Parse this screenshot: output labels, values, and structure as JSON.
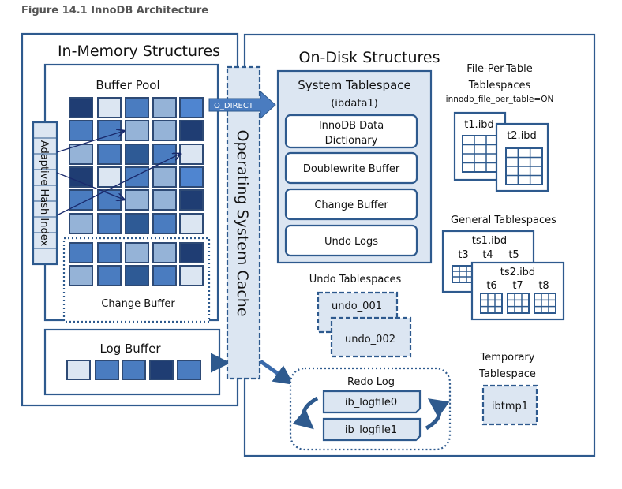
{
  "title": "Figure 14.1 InnoDB Architecture",
  "colors": {
    "border": "#2e5a8e",
    "fill_light": "#dce6f2",
    "shades": {
      "vl": "#dce6f2",
      "l": "#95b3d7",
      "m": "#4a7cc0",
      "d": "#2e5a95",
      "dk": "#1f3d73",
      "br": "#4f85d0"
    }
  },
  "in_memory": {
    "title": "In-Memory Structures",
    "buffer_pool": {
      "title": "Buffer Pool",
      "grid": [
        [
          "dk",
          "vl",
          "m",
          "l",
          "br"
        ],
        [
          "m",
          "m",
          "l",
          "l",
          "dk"
        ],
        [
          "l",
          "m",
          "d",
          "m",
          "vl"
        ],
        [
          "dk",
          "vl",
          "m",
          "l",
          "br"
        ],
        [
          "m",
          "m",
          "l",
          "l",
          "dk"
        ],
        [
          "l",
          "m",
          "d",
          "m",
          "vl"
        ]
      ],
      "change_buffer": {
        "title": "Change Buffer",
        "grid": [
          [
            "m",
            "m",
            "l",
            "l",
            "dk"
          ],
          [
            "l",
            "m",
            "d",
            "m",
            "vl"
          ]
        ]
      }
    },
    "adaptive_hash_index": "Adaptive Hash Index",
    "log_buffer": {
      "title": "Log Buffer",
      "cells": [
        "vl",
        "m",
        "m",
        "dk",
        "m"
      ]
    }
  },
  "os_cache": "Operating System Cache",
  "o_direct": "O_DIRECT",
  "on_disk": {
    "title": "On-Disk Structures",
    "system_tablespace": {
      "title": "System Tablespace",
      "file": "(ibdata1)",
      "items": [
        [
          "InnoDB Data",
          "Dictionary"
        ],
        [
          "Doublewrite Buffer"
        ],
        [
          "Change Buffer"
        ],
        [
          "Undo Logs"
        ]
      ]
    },
    "file_per_table": {
      "title_line1": "File-Per-Table",
      "title_line2": "Tablespaces",
      "setting": "innodb_file_per_table=ON",
      "files": [
        "t1.ibd",
        "t2.ibd"
      ]
    },
    "general": {
      "title": "General Tablespaces",
      "ts1": {
        "name": "ts1.ibd",
        "tables": [
          "t3",
          "t4",
          "t5"
        ]
      },
      "ts2": {
        "name": "ts2.ibd",
        "tables": [
          "t6",
          "t7",
          "t8"
        ]
      }
    },
    "undo": {
      "title": "Undo Tablespaces",
      "files": [
        "undo_001",
        "undo_002"
      ]
    },
    "redo": {
      "title": "Redo Log",
      "files": [
        "ib_logfile0",
        "ib_logfile1"
      ]
    },
    "temporary": {
      "title_line1": "Temporary",
      "title_line2": "Tablespace",
      "file": "ibtmp1"
    }
  }
}
